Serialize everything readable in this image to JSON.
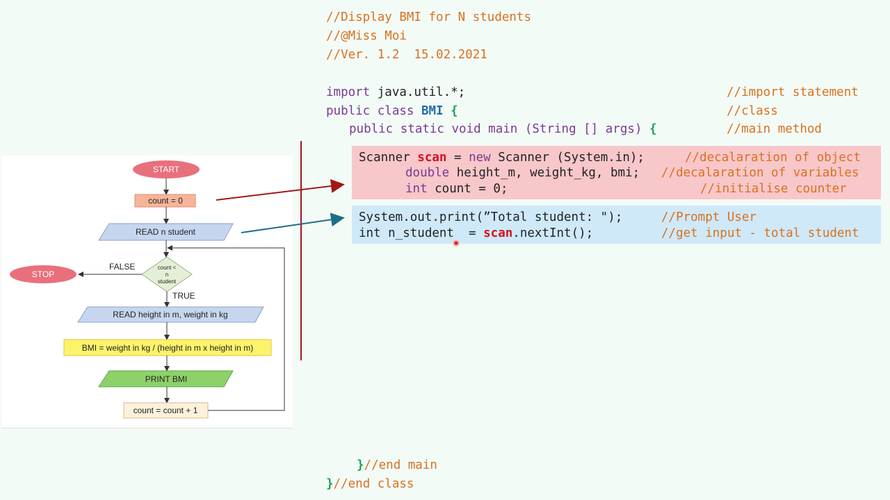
{
  "header_comments": [
    "//Display BMI for N students",
    "//@Miss Moi",
    "//Ver. 1.2  15.02.2021"
  ],
  "code": {
    "import_kw": "import",
    "import_rest": " java.util.*;",
    "import_comment": "//import statement",
    "public_class": "public class ",
    "class_name": "BMI",
    "open_brace": " {",
    "class_comment": "//class",
    "main_sig": "public static void main (String [] args) ",
    "main_brace": "{",
    "main_comment": "//main method",
    "scanner_a": "Scanner ",
    "scanner_scan": "scan",
    "scanner_b": " = ",
    "scanner_new": "new",
    "scanner_c": " Scanner (System.in);",
    "scanner_comment": "//decalaration of object",
    "double_kw": "double",
    "double_rest": " height_m, weight_kg, bmi;",
    "double_comment": "//decalaration of variables",
    "int_kw": "int",
    "int_rest": " count = 0;",
    "int_comment": "//initialise counter",
    "print_stmt": "System.out.print(”Total student: \");",
    "print_comment": "//Prompt User",
    "nstudent_a": "int n_student  = ",
    "nstudent_scan": "scan",
    "nstudent_b": ".nextInt();",
    "nstudent_comment": "//get input - total student",
    "end_main_brace": "}",
    "end_main_comment": "//end main",
    "end_class_brace": "}",
    "end_class_comment": "//end class"
  },
  "flowchart": {
    "start": "START",
    "init": "count = 0",
    "read_n": "READ n student",
    "decision": [
      "count <",
      "n",
      "student"
    ],
    "false_label": "FALSE",
    "true_label": "TRUE",
    "stop": "STOP",
    "read_hw": "READ height in m, weight in kg",
    "compute": "BMI = weight in kg / (height in m x height in m)",
    "print": "PRINT BMI",
    "increment": "count = count + 1"
  },
  "colors": {
    "comment": "#d9711f",
    "keyword": "#7a3a93",
    "class_name": "#1f6ca8",
    "scan_var": "#d6101f",
    "brace": "#18a35a",
    "highlight_pink": "#f8c7ca",
    "highlight_blue": "#cfe9f9",
    "arrow_red": "#a01818",
    "arrow_teal": "#1d6f86"
  }
}
